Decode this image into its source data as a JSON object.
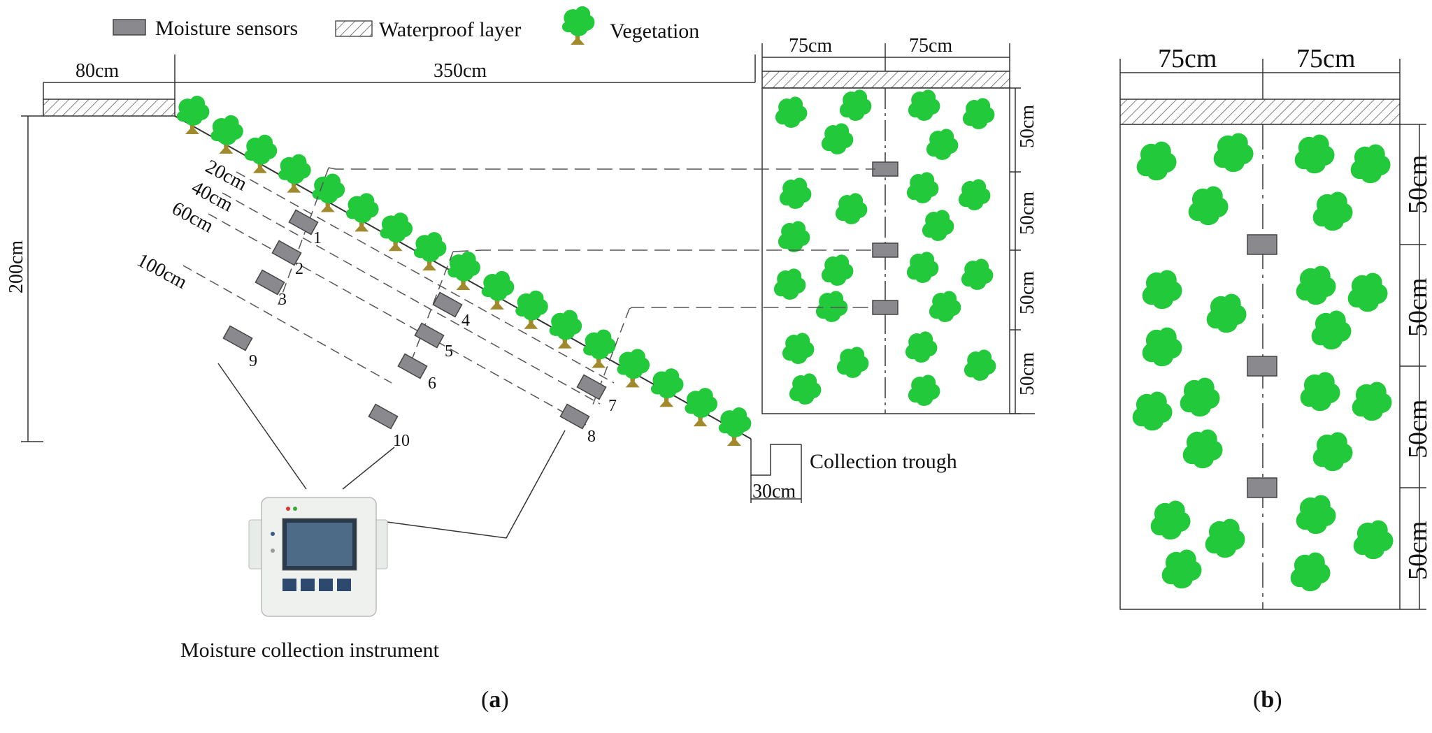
{
  "legend": {
    "sensor_label": "Moisture sensors",
    "waterproof_label": "Waterproof layer",
    "vegetation_label": "Vegetation"
  },
  "panel_a": {
    "caption_open": "(",
    "caption_letter": "a",
    "caption_close": ")",
    "dim_top_left": "80cm",
    "dim_slope_width": "350cm",
    "dim_height": "200cm",
    "dim_trough": "30cm",
    "trough_label": "Collection trough",
    "instrument_label": "Moisture collection instrument",
    "depths": [
      "20cm",
      "40cm",
      "60cm",
      "100cm"
    ],
    "sensor_numbers": [
      "1",
      "2",
      "3",
      "4",
      "5",
      "6",
      "7",
      "8",
      "9",
      "10"
    ],
    "plan_dims_top": [
      "75cm",
      "75cm"
    ],
    "plan_dims_side": [
      "50cm",
      "50cm",
      "50cm",
      "50cm"
    ]
  },
  "panel_b": {
    "caption_open": "(",
    "caption_letter": "b",
    "caption_close": ")",
    "dims_top": [
      "75cm",
      "75cm"
    ],
    "dims_side": [
      "50cm",
      "50cm",
      "50cm",
      "50cm"
    ]
  },
  "colors": {
    "vegetation": "#22c93a",
    "trunk": "#a08a2c",
    "sensor": "#8a8a8e",
    "line": "#333333"
  }
}
